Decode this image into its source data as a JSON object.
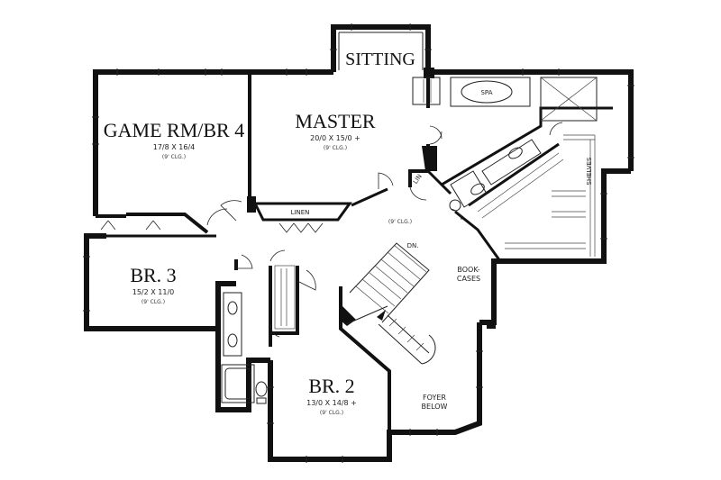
{
  "rooms": {
    "sitting": {
      "name": "SITTING"
    },
    "master": {
      "name": "MASTER",
      "dims": "20/0 X 15/0 +",
      "ceiling": "(9' CLG.)"
    },
    "game": {
      "name": "GAME RM/BR 4",
      "dims": "17/8 X 16/4",
      "ceiling": "(9' CLG.)"
    },
    "br3": {
      "name": "BR. 3",
      "dims": "15/2 X 11/0",
      "ceiling": "(9' CLG.)"
    },
    "br2": {
      "name": "BR. 2",
      "dims": "13/0 X 14/8 +",
      "ceiling": "(9' CLG.)"
    }
  },
  "labels": {
    "spa": "SPA",
    "linen": "LINEN",
    "lin": "LIN",
    "shelves": "SHELVES",
    "hall_ceiling": "(9' CLG.)",
    "stair_dn": "DN.",
    "bookcases_1": "BOOK-",
    "bookcases_2": "CASES",
    "foyer_1": "FOYER",
    "foyer_2": "BELOW"
  },
  "colors": {
    "wall": "#111111",
    "background": "#ffffff"
  }
}
